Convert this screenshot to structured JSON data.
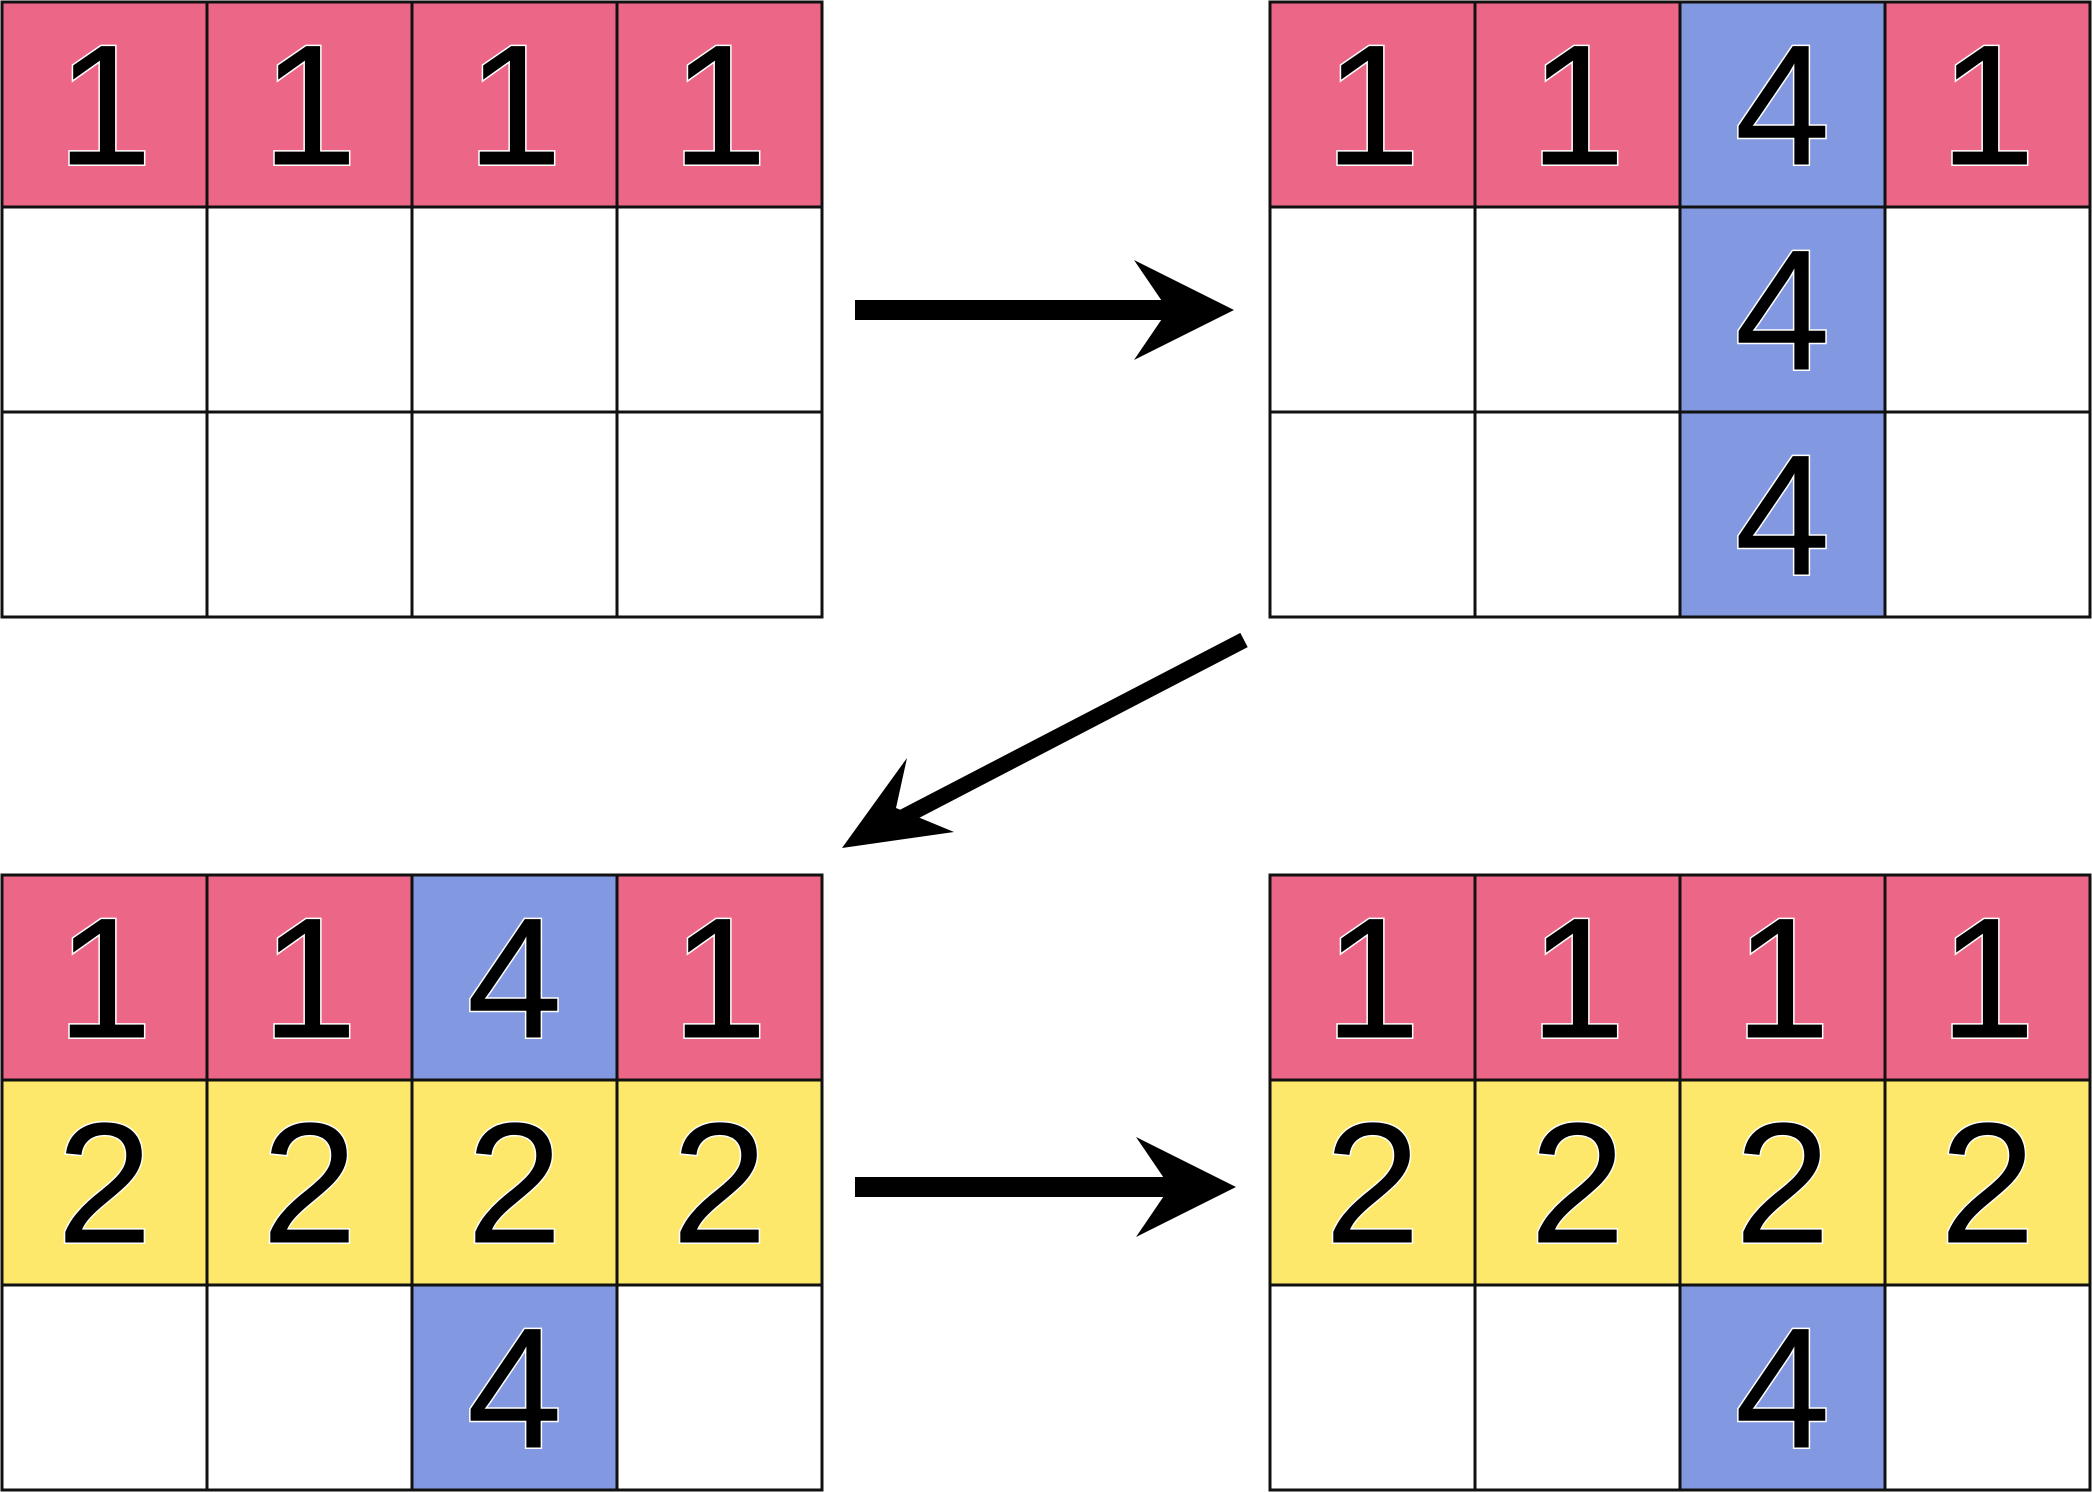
{
  "palette": {
    "1": "#ec6787",
    "2": "#fde86b",
    "4": "#8299e2",
    "empty": "#ffffff",
    "grid_line": "#111111",
    "arrow": "#000000"
  },
  "grids": [
    {
      "id": "grid-step-1",
      "cells": [
        [
          "1",
          "1",
          "1",
          "1"
        ],
        [
          "",
          "",
          "",
          ""
        ],
        [
          "",
          "",
          "",
          ""
        ]
      ]
    },
    {
      "id": "grid-step-2",
      "cells": [
        [
          "1",
          "1",
          "4",
          "1"
        ],
        [
          "",
          "",
          "4",
          ""
        ],
        [
          "",
          "",
          "4",
          ""
        ]
      ]
    },
    {
      "id": "grid-step-3",
      "cells": [
        [
          "1",
          "1",
          "4",
          "1"
        ],
        [
          "2",
          "2",
          "2",
          "2"
        ],
        [
          "",
          "",
          "4",
          ""
        ]
      ]
    },
    {
      "id": "grid-step-4",
      "cells": [
        [
          "1",
          "1",
          "1",
          "1"
        ],
        [
          "2",
          "2",
          "2",
          "2"
        ],
        [
          "",
          "",
          "4",
          ""
        ]
      ]
    }
  ],
  "arrows": [
    {
      "from": "grid-step-1",
      "to": "grid-step-2"
    },
    {
      "from": "grid-step-2",
      "to": "grid-step-3"
    },
    {
      "from": "grid-step-3",
      "to": "grid-step-4"
    }
  ]
}
